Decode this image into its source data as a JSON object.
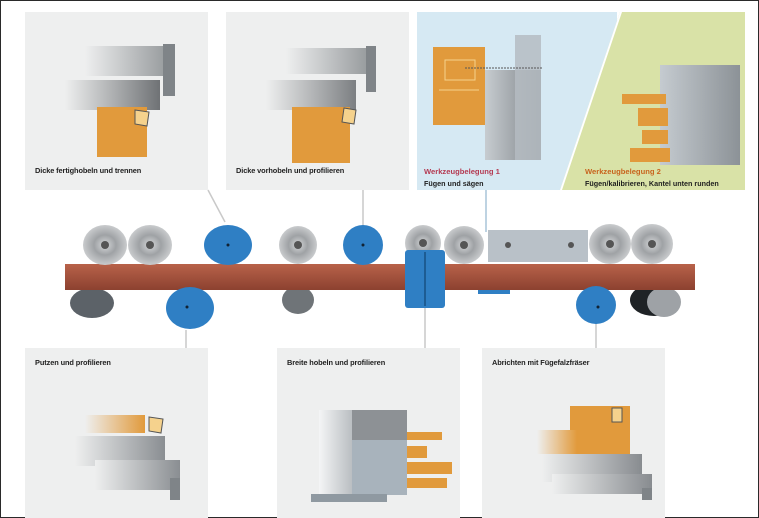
{
  "top_panels": [
    {
      "id": "p1",
      "caption": "Dicke fertighobeln und trennen"
    },
    {
      "id": "p2",
      "caption": "Dicke vorhobeln und profilieren"
    }
  ],
  "tool_sets": [
    {
      "title": "Werkzeugbelegung 1",
      "subtitle": "Fügen und sägen",
      "title_color": "#b43a52",
      "bg": "#d6e9f3"
    },
    {
      "title": "Werkzeugbelegung 2",
      "subtitle": "Fügen/kalibrieren, Kantel unten runden",
      "title_color": "#c8641e",
      "bg": "#d9e2a7"
    }
  ],
  "bottom_panels": [
    {
      "id": "p3",
      "caption": "Putzen und profilieren"
    },
    {
      "id": "p4",
      "caption": "Breite hobeln und profilieren"
    },
    {
      "id": "p5",
      "caption": "Abrichten mit Fügefalzfräser"
    }
  ],
  "colors": {
    "wood": "#e19a3c",
    "board": "#9b4f32",
    "tool_blue": "#2f7fc4",
    "roller_grey": "#a9abad",
    "panel_bg": "#eeefef"
  }
}
